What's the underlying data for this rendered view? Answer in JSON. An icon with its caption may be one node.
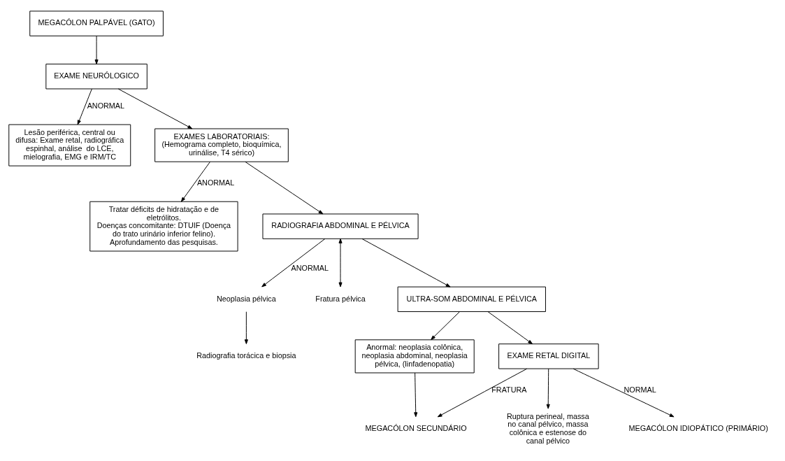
{
  "diagram": {
    "nodes": [
      {
        "text": [
          "MEGACÓLON PALPÁVEL (GATO)"
        ]
      },
      {
        "text": [
          "EXAME NEURÓLOGICO"
        ]
      },
      {
        "text": [
          "Lesão periférica, central ou difusa: Exame retal, radiográfica espinhal, análise  do LCE, mielografia, EMG e IRM/TC"
        ]
      },
      {
        "text": [
          "EXAMES LABORATORIAIS:",
          "(Hemograma completo, bioquímica, urinálise, T4 sérico)"
        ]
      },
      {
        "text": [
          "Tratar déficits de hidratação e de eletrólitos.",
          "Doenças concomitante: DTUIF (Doença do trato urinário inferior felino).",
          "Aprofundamento das pesquisas."
        ]
      },
      {
        "text": [
          "RADIOGRAFIA ABDOMINAL E PÉLVICA"
        ]
      },
      {
        "text": [
          "Neoplasia pélvica"
        ]
      },
      {
        "text": [
          "Radiografia torácica e biopsia"
        ]
      },
      {
        "text": [
          "Fratura pélvica"
        ]
      },
      {
        "text": [
          "ULTRA-SOM ABDOMINAL E PÉLVICA"
        ]
      },
      {
        "text": [
          "Anormal: neoplasia colônica, neoplasia abdominal, neoplasia pélvica, (linfadenopatia)"
        ]
      },
      {
        "text": [
          "EXAME RETAL DIGITAL"
        ]
      },
      {
        "text": [
          "Ruptura perineal, massa no canal pélvico, massa colônica e estenose do canal pélvico"
        ]
      },
      {
        "text": [
          "MEGACÓLON SECUNDÁRIO"
        ]
      },
      {
        "text": [
          "MEGACÓLON IDIOPÁTICO (PRIMÁRIO)"
        ]
      }
    ],
    "edges": [
      {
        "from": 0,
        "to": 1,
        "arrow": "to"
      },
      {
        "from": 1,
        "to": 2,
        "arrow": "to",
        "label": "ANORMAL"
      },
      {
        "from": 1,
        "to": 3,
        "arrow": "to"
      },
      {
        "from": 3,
        "to": 4,
        "arrow": "to",
        "label": "ANORMAL"
      },
      {
        "from": 3,
        "to": 5,
        "arrow": "to"
      },
      {
        "from": 5,
        "to": 6,
        "arrow": "to",
        "label": "ANORMAL"
      },
      {
        "from": 6,
        "to": 7,
        "arrow": "to"
      },
      {
        "from": 5,
        "to": 8,
        "arrow": "both"
      },
      {
        "from": 5,
        "to": 9,
        "arrow": "to"
      },
      {
        "from": 9,
        "to": 10,
        "arrow": "to"
      },
      {
        "from": 9,
        "to": 11,
        "arrow": "to"
      },
      {
        "from": 11,
        "to": 12,
        "arrow": "to"
      },
      {
        "from": 11,
        "to": 13,
        "arrow": "to",
        "label": "FRATURA"
      },
      {
        "from": 10,
        "to": 13,
        "arrow": "to"
      },
      {
        "from": 11,
        "to": 14,
        "arrow": "to",
        "label": "NORMAL"
      }
    ]
  }
}
